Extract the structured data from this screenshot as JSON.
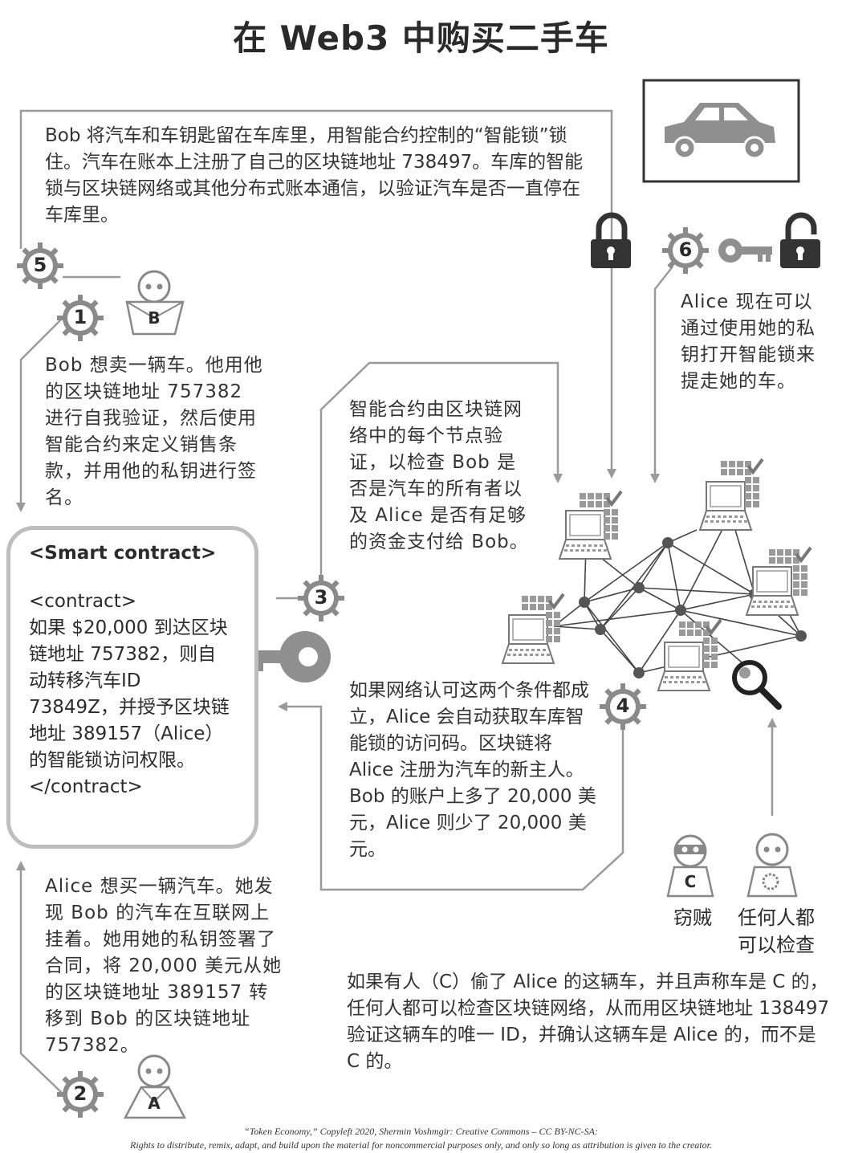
{
  "title": "在 Web3 中购买二手车",
  "step5_text": "Bob 将汽车和车钥匙留在车库里，用智能合约控制的“智能锁”锁住。汽车在账本上注册了自己的区块链地址 738497。车库的智能锁与区块链网络或其他分布式账本通信，以验证汽车是否一直停在车库里。",
  "step1_text": "Bob 想卖一辆车。他用他的区块链地址 757382 进行自我验证，然后使用智能合约来定义销售条款，并用他的私钥进行签名。",
  "step3_text": "智能合约由区块链网络中的每个节点验证，以检查 Bob 是否是汽车的所有者以及 Alice 是否有足够的资金支付给 Bob。",
  "step6_text": "Alice 现在可以通过使用她的私钥打开智能锁来提走她的车。",
  "step4_text": "如果网络认可这两个条件都成立，Alice 会自动获取车库智能锁的访问码。区块链将 Alice 注册为汽车的新主人。Bob 的账户上多了 20,000 美元，Alice 则少了 20,000 美元。",
  "step2_text": "Alice 想买一辆汽车。她发现 Bob 的汽车在互联网上挂着。她用她的私钥签署了合同，将 20,000 美元从她的区块链地址 389157 转移到 Bob 的区块链地址 757382。",
  "bottom_text": "如果有人（C）偷了 Alice 的这辆车，并且声称车是 C 的，任何人都可以检查区块链网络，从而用区块链地址 138497 验证这辆车的唯一 ID，并确认这辆车是 Alice 的，而不是 C 的。",
  "contract": {
    "title": "<Smart contract>",
    "body": "<contract>\n如果 $20,000 到达区块链地址 757382，则自动转移汽车ID 73849Z，并授予区块链地址 389157（Alice）的智能锁访问权限。\n</contract>"
  },
  "badges": {
    "one": "1",
    "two": "2",
    "three": "3",
    "four": "4",
    "five": "5",
    "six": "6"
  },
  "persons": {
    "bob": "B",
    "alice": "A",
    "thief": "C",
    "anyone": ""
  },
  "labels": {
    "thief": "窃贼",
    "anyone": "任何人都可以检查"
  },
  "footer": {
    "line1": "“Token Economy,” Copyleft 2020, Shermin Voshmgir: Creative Commons – CC BY-NC-SA:",
    "line2": "Rights to distribute, remix, adapt, and build upon the material  for noncommercial purposes only, and only so long as attribution is given to the creator."
  },
  "icons": [
    "car-icon",
    "lock-closed-icon",
    "key-icon",
    "lock-open-icon",
    "magnifier-icon",
    "laptop-icon",
    "check-icon"
  ]
}
